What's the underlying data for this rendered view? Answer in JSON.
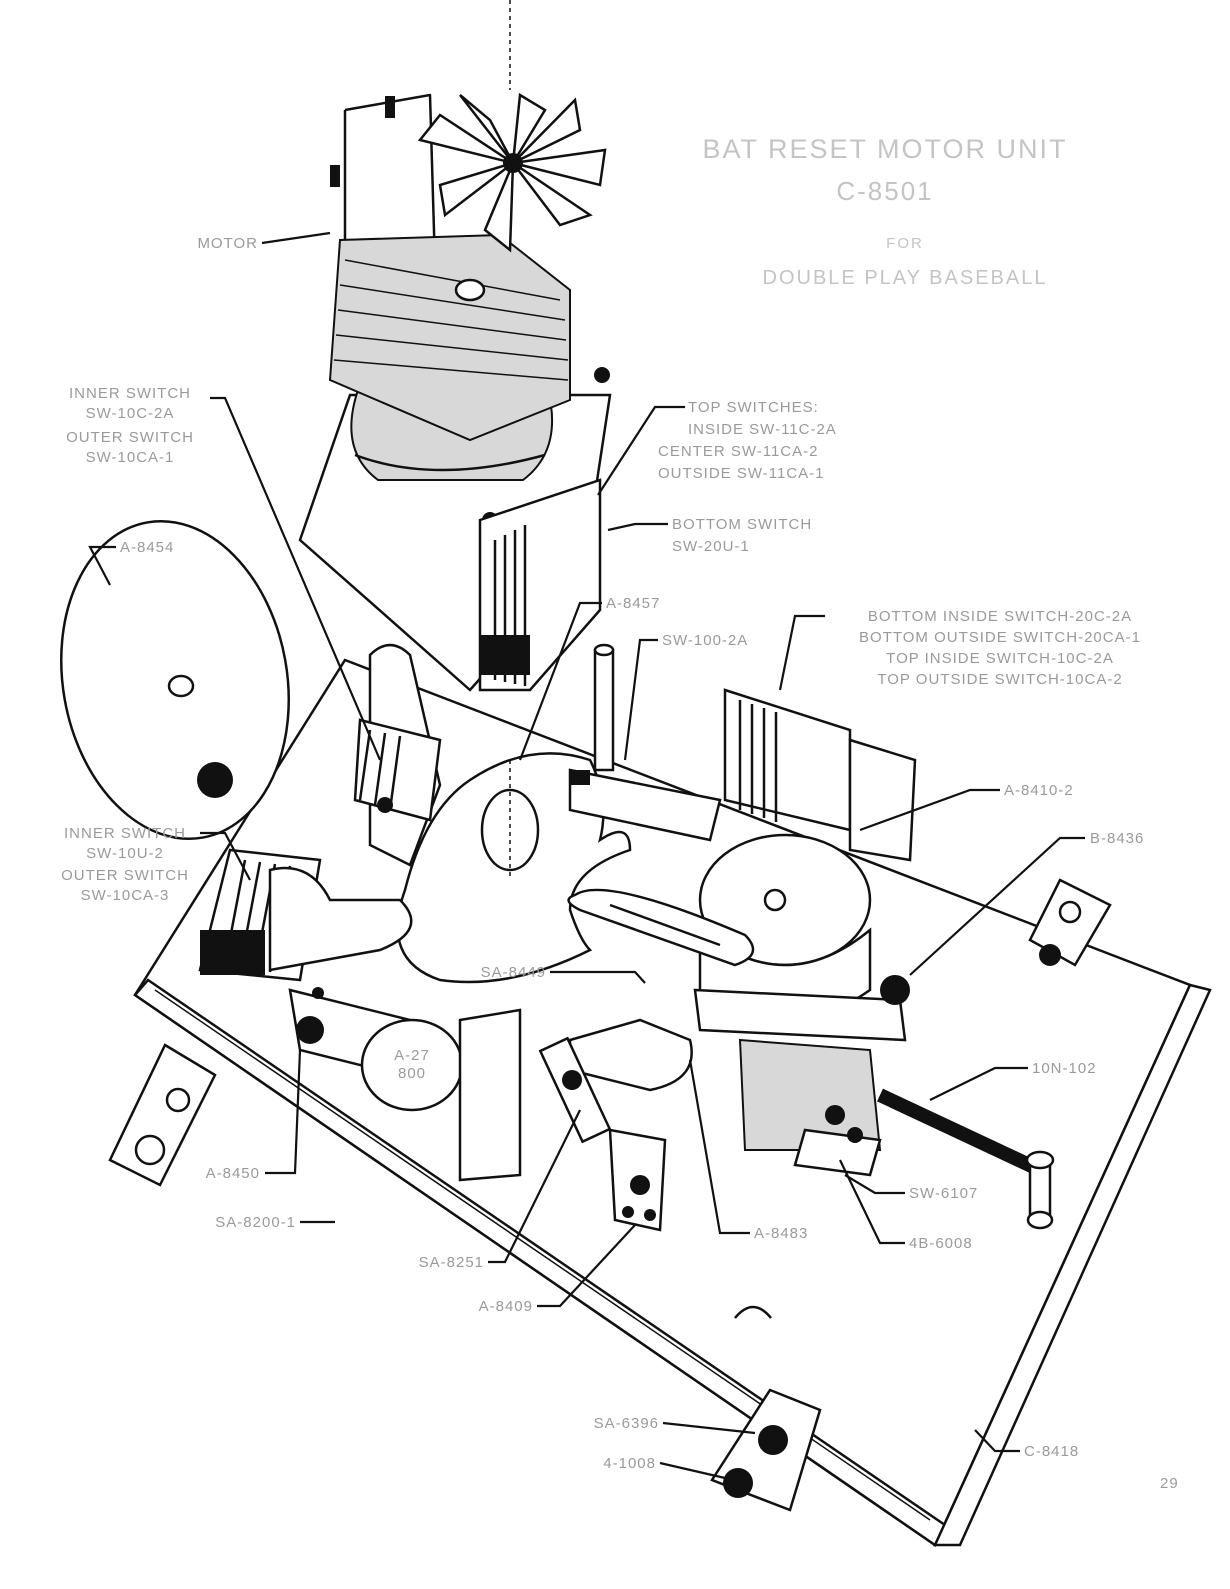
{
  "title": {
    "line1": "BAT RESET MOTOR UNIT",
    "line2": "C-8501",
    "line3": "FOR",
    "line4": "DOUBLE PLAY BASEBALL"
  },
  "labels": {
    "motor": "MOTOR",
    "inner_switch_top": [
      "INNER SWITCH",
      "SW-10C-2A",
      "OUTER SWITCH",
      "SW-10CA-1"
    ],
    "top_switches": [
      "TOP SWITCHES:",
      "INSIDE SW-11C-2A",
      "CENTER SW-11CA-2",
      "OUTSIDE SW-11CA-1"
    ],
    "bottom_switch": [
      "BOTTOM SWITCH",
      "SW-20U-1"
    ],
    "a8454": "A-8454",
    "a8457": "A-8457",
    "sw100_2a": "SW-100-2A",
    "stack_switches": [
      "BOTTOM INSIDE SWITCH-20C-2A",
      "BOTTOM OUTSIDE SWITCH-20CA-1",
      "TOP INSIDE SWITCH-10C-2A",
      "TOP OUTSIDE SWITCH-10CA-2"
    ],
    "a8410_2": "A-8410-2",
    "b8436": "B-8436",
    "inner_switch_left": [
      "INNER SWITCH",
      "SW-10U-2",
      "OUTER SWITCH",
      "SW-10CA-3"
    ],
    "coil_text": [
      "A-27",
      "800"
    ],
    "sa8449": "SA-8449",
    "spring_10n": "10N-102",
    "a8450": "A-8450",
    "sa8200": "SA-8200-1",
    "sa8251": "SA-8251",
    "a8483": "A-8483",
    "a8409": "A-8409",
    "sw6107": "SW-6107",
    "pin_4b": "4B-6008",
    "sa6396": "SA-6396",
    "hex_4": "4-1008",
    "c8418": "C-8418",
    "page_num": "29"
  },
  "colors": {
    "ink": "#111111",
    "label": "#9a9a9a",
    "title": "#c4c4c4",
    "paper": "#ffffff"
  }
}
